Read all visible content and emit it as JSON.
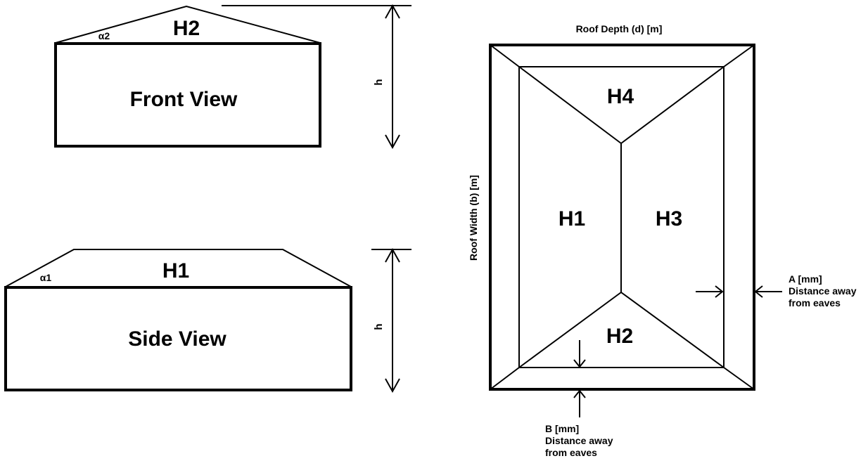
{
  "front_view": {
    "title": "Front View",
    "hip_label": "H2",
    "angle_label": "α2",
    "height_label": "h"
  },
  "side_view": {
    "title": "Side View",
    "hip_label": "H1",
    "angle_label": "α1",
    "height_label": "h"
  },
  "plan_view": {
    "depth_label": "Roof Depth (d) [m]",
    "width_label": "Roof Width (b) [m]",
    "faces": [
      "H1",
      "H2",
      "H3",
      "H4"
    ],
    "dim_a": [
      "A [mm]",
      "Distance away",
      "from eaves"
    ],
    "dim_b": [
      "B [mm]",
      "Distance away",
      "from eaves"
    ]
  },
  "colors": {
    "line": "#000000",
    "background": "#ffffff"
  }
}
